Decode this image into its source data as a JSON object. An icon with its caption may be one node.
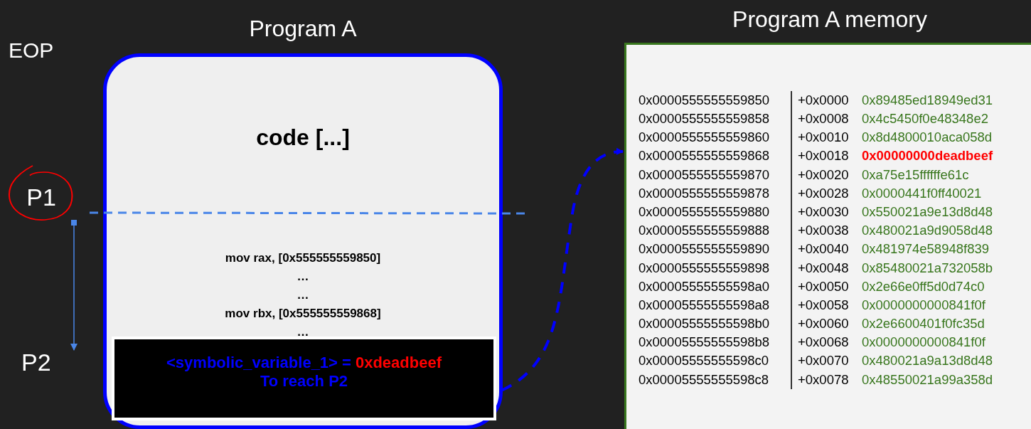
{
  "diagram": {
    "nodes": [
      {
        "text": [
          "Program A",
          "code [...]",
          "mov rax, [0x555555559850]",
          "…",
          "…",
          "mov rbx, [0x555555559868]",
          "…"
        ]
      },
      {
        "text": [
          "<symbolic_variable_1> =",
          "0xdeadbeef",
          "To reach P2"
        ],
        "in": 0
      },
      {
        "text": [
          "P1"
        ]
      },
      {
        "text": [
          "P2"
        ]
      },
      {
        "text": [
          "Program A memory"
        ]
      }
    ],
    "edges": [
      {
        "from": 1,
        "to": 4,
        "arrow": "to",
        "style": "dashed",
        "color": "#0000ff"
      },
      {
        "from": 2,
        "to": 3,
        "arrow": "to"
      },
      {
        "from": 2,
        "to": null,
        "arrow": "none",
        "style": "dashed"
      }
    ],
    "labels": [
      "EOP",
      "0x0000555555559850",
      "+0x0000",
      "0x89485ed18949ed31",
      "0x0000555555559858",
      "+0x0008",
      "0x4c5450f0e48348e2",
      "0x0000555555559860",
      "+0x0010",
      "0x8d4800010aca058d",
      "0x0000555555559868",
      "+0x0018",
      "0x00000000deadbeef",
      "0x0000555555559870",
      "+0x0020",
      "0xa75e15ffffffe61c",
      "0x0000555555559878",
      "+0x0028",
      "0x0000441f0ff40021",
      "0x0000555555559880",
      "+0x0030",
      "0x550021a9e13d8d48",
      "0x0000555555559888",
      "+0x0038",
      "0x480021a9d9058d48",
      "0x0000555555559890",
      "+0x0040",
      "0x481974e58948f839",
      "0x0000555555559898",
      "+0x0048",
      "0x85480021a732058b",
      "0x00005555555598a0",
      "+0x0050",
      "0x2e66e0ff5d0d74c0",
      "0x00005555555598a8",
      "+0x0058",
      "0x0000000000841f0f",
      "0x00005555555598b0",
      "+0x0060",
      "0x2e6600401f0fc35d",
      "0x00005555555598b8",
      "+0x0068",
      "0x0000000000841f0f",
      "0x00005555555598c0",
      "+0x0070",
      "0x480021a9a13d8d48",
      "0x00005555555598c8",
      "+0x0078",
      "0x48550021a99a358d"
    ]
  }
}
